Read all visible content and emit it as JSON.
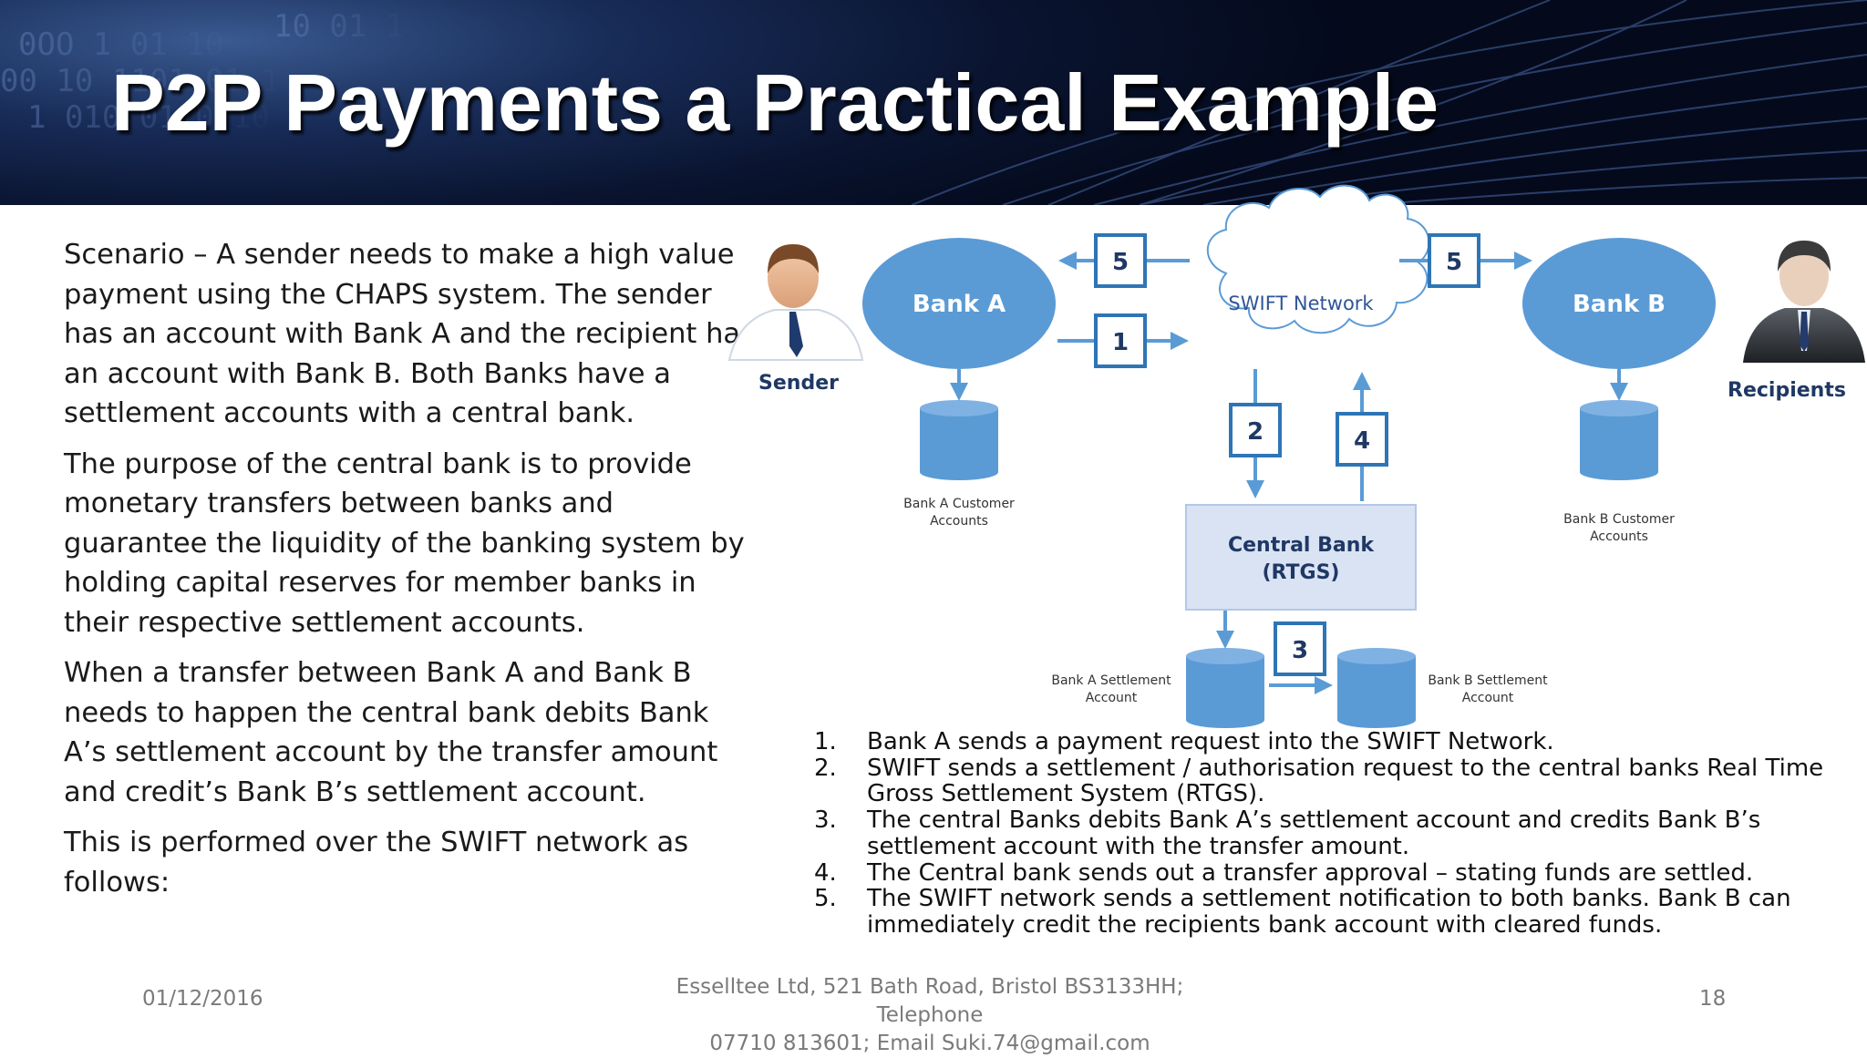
{
  "slide": {
    "title": "P2P Payments a Practical Example",
    "paragraphs": [
      "Scenario – A sender needs to make a high value payment using the CHAPS system.  The sender has an account with Bank A and the recipient has an account with Bank B. Both Banks have a settlement accounts with a central bank.",
      "The purpose of the central bank is to provide monetary transfers between banks and guarantee the liquidity of the banking system by holding capital reserves for member banks in their respective settlement accounts.",
      "When a transfer between Bank A and Bank B needs to happen the central bank debits Bank A’s settlement account by the transfer amount and credit’s Bank B’s settlement account.",
      "This is performed over the SWIFT network as follows:"
    ]
  },
  "diagram": {
    "sender_label": "Sender",
    "recipients_label": "Recipients",
    "bank_a": "Bank A",
    "bank_b": "Bank B",
    "swift": "SWIFT Network",
    "central_bank_line1": "Central Bank",
    "central_bank_line2": "(RTGS)",
    "bank_a_customer_line1": "Bank A Customer",
    "bank_a_customer_line2": "Accounts",
    "bank_b_customer_line1": "Bank B Customer",
    "bank_b_customer_line2": "Accounts",
    "bank_a_settlement_line1": "Bank A Settlement",
    "bank_a_settlement_line2": "Account",
    "bank_b_settlement_line1": "Bank B Settlement",
    "bank_b_settlement_line2": "Account",
    "step_numbers": {
      "s1": "1",
      "s2": "2",
      "s3": "3",
      "s4": "4",
      "s5a": "5",
      "s5b": "5"
    },
    "colors": {
      "node_fill": "#5b9bd5",
      "arrow": "#5b9bd5",
      "box_border": "#2e75b6",
      "central_fill": "#dae3f3"
    }
  },
  "steps": [
    {
      "num": "1.",
      "text": "Bank A sends a payment request into the SWIFT Network."
    },
    {
      "num": "2.",
      "text": "SWIFT sends a settlement / authorisation request to the central banks Real Time Gross Settlement System (RTGS)."
    },
    {
      "num": "3.",
      "text": "The central Banks debits Bank A’s settlement account and credits Bank B’s settlement account with the transfer amount."
    },
    {
      "num": "4.",
      "text": "The Central bank sends out a transfer approval – stating funds are settled."
    },
    {
      "num": "5.",
      "text": "The SWIFT network sends a settlement notification to both banks. Bank B can immediately credit the recipients bank account with cleared funds."
    }
  ],
  "footer": {
    "date": "01/12/2016",
    "company_line1": "Esselltee Ltd, 521 Bath Road, Bristol BS3133HH; Telephone",
    "company_line2": "07710 813601; Email Suki.74@gmail.com",
    "page": "18"
  }
}
